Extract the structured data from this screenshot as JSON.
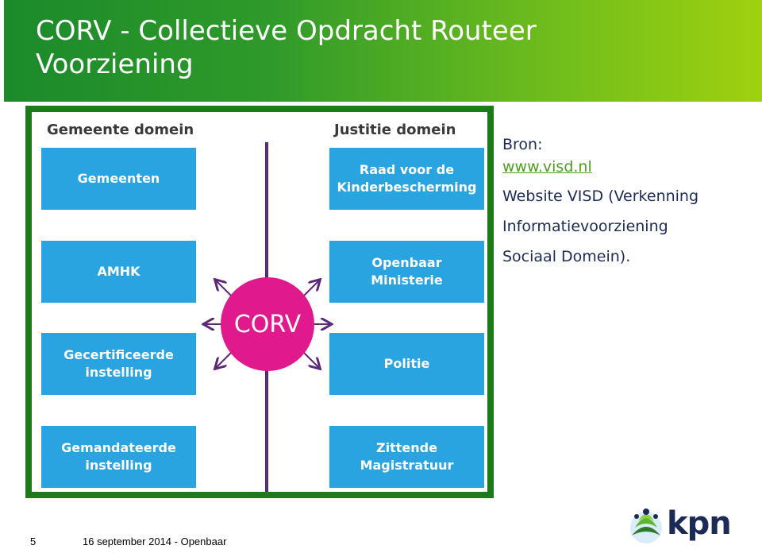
{
  "slide": {
    "title_line1": "CORV - Collectieve Opdracht Routeer",
    "title_line2": "Voorziening"
  },
  "diagram": {
    "left_domain": "Gemeente domein",
    "right_domain": "Justitie domein",
    "left_boxes": [
      "Gemeenten",
      "AMHK",
      "Gecertificeerde\ninstelling",
      "Gemandateerde\ninstelling"
    ],
    "right_boxes": [
      "Raad voor de\nKinderbescherming",
      "Openbaar\nMinisterie",
      "Politie",
      "Zittende\nMagistratuur"
    ],
    "center_label": "CORV",
    "colors": {
      "box": "#2aa4e0",
      "center": "#e0198d",
      "frame": "#1d7a1a",
      "line": "#5a2a78"
    }
  },
  "source": {
    "label": "Bron:",
    "link": "www.visd.nl",
    "desc_line1": "Website VISD (Verkenning",
    "desc_line2": "Informatievoorziening",
    "desc_line3": "Sociaal Domein)."
  },
  "footer": {
    "page_number": "5",
    "date_text": "16 september 2014 - Openbaar"
  },
  "logo": {
    "text": "kpn"
  }
}
